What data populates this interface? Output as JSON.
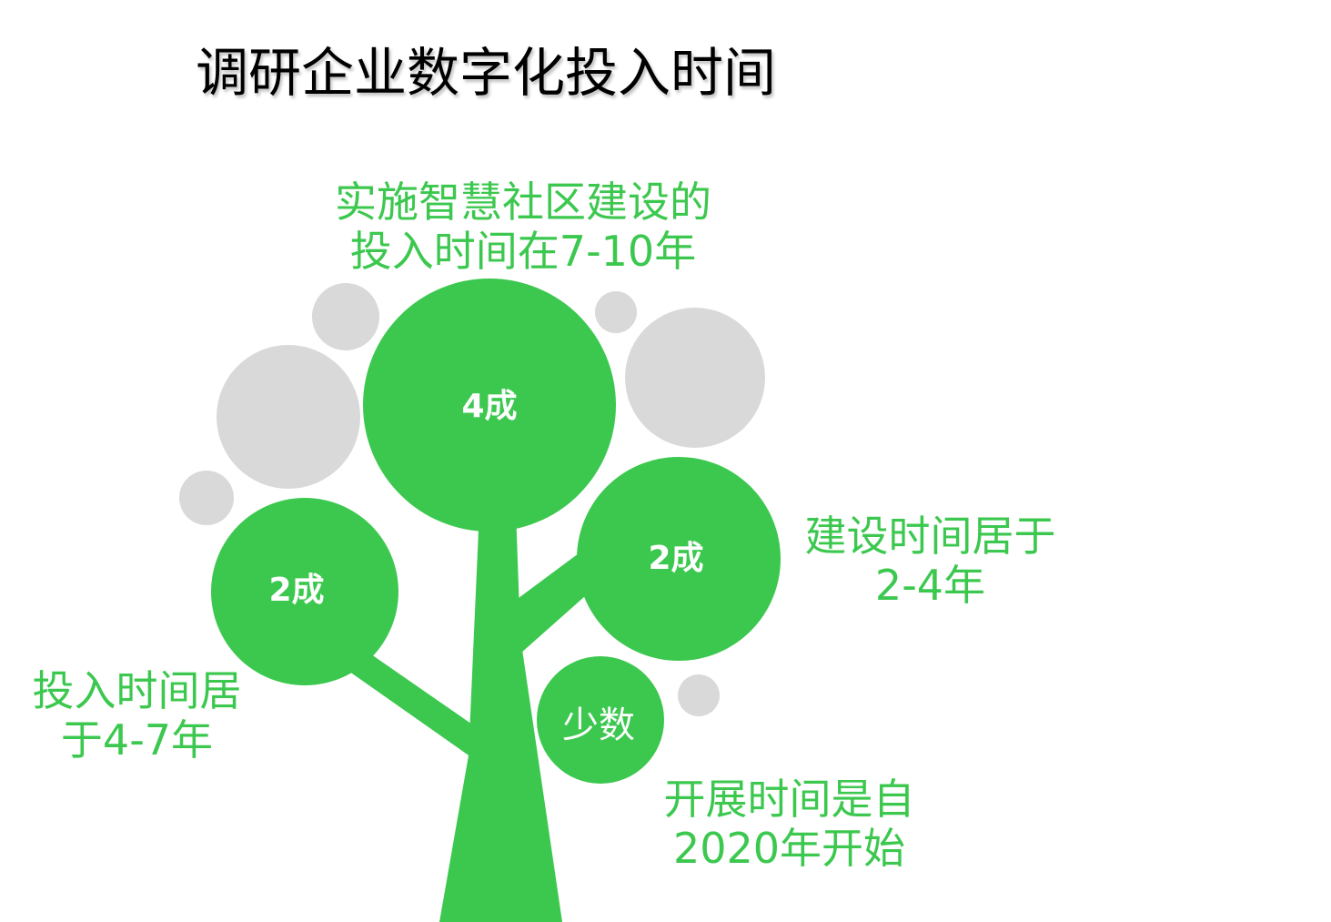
{
  "title": "调研企业数字化投入时间",
  "colors": {
    "green": "#3cc84f",
    "gray": "#d9d9d9",
    "title": "#000000"
  },
  "bubbles": {
    "top": "4成",
    "left": "2成",
    "right": "2成",
    "small": "少数"
  },
  "labels": {
    "top": [
      "实施智慧社区建设的",
      "投入时间在7-10年"
    ],
    "right": [
      "建设时间居于",
      "2-4年"
    ],
    "left": [
      "投入时间居",
      "于4-7年"
    ],
    "bottom": [
      "开展时间是自",
      "2020年开始"
    ]
  }
}
